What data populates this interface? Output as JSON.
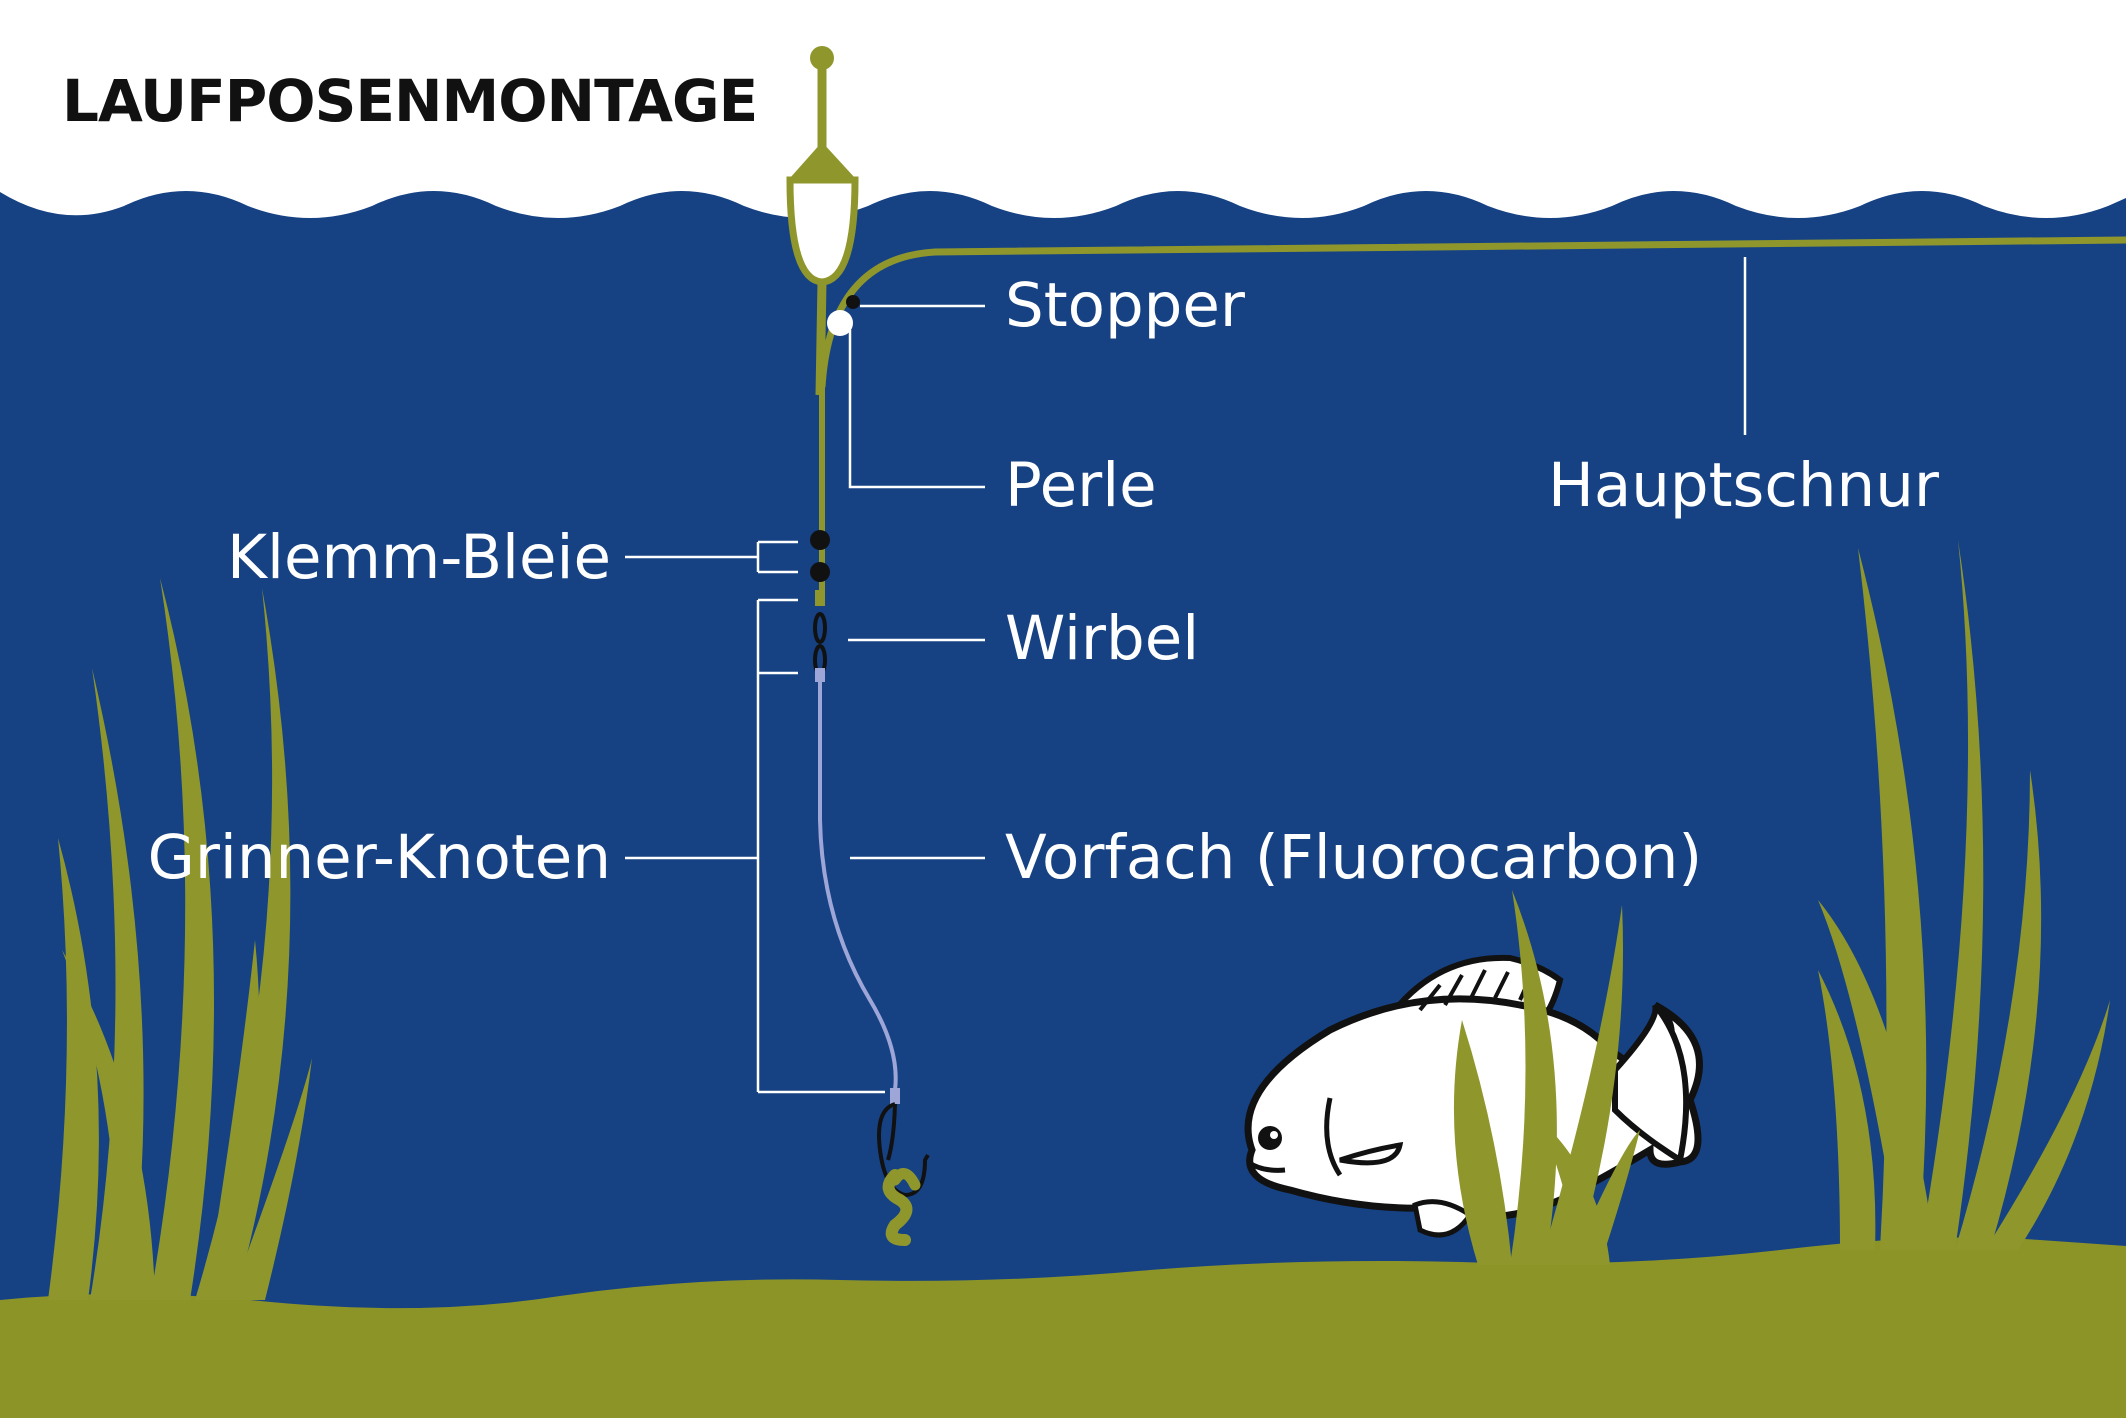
{
  "title": "LAUFPOSENMONTAGE",
  "labels": {
    "stopper": "Stopper",
    "perle": "Perle",
    "hauptschnur": "Hauptschnur",
    "klemm_bleie": "Klemm-Bleie",
    "wirbel": "Wirbel",
    "grinner_knoten": "Grinner-Knoten",
    "vorfach": "Vorfach (Fluorocarbon)"
  },
  "colors": {
    "water": "#164284",
    "ground": "#8c9428",
    "line": "#8f972c",
    "leader": "#9ea6d8",
    "label_text": "#ffffff",
    "title_text": "#111111"
  }
}
